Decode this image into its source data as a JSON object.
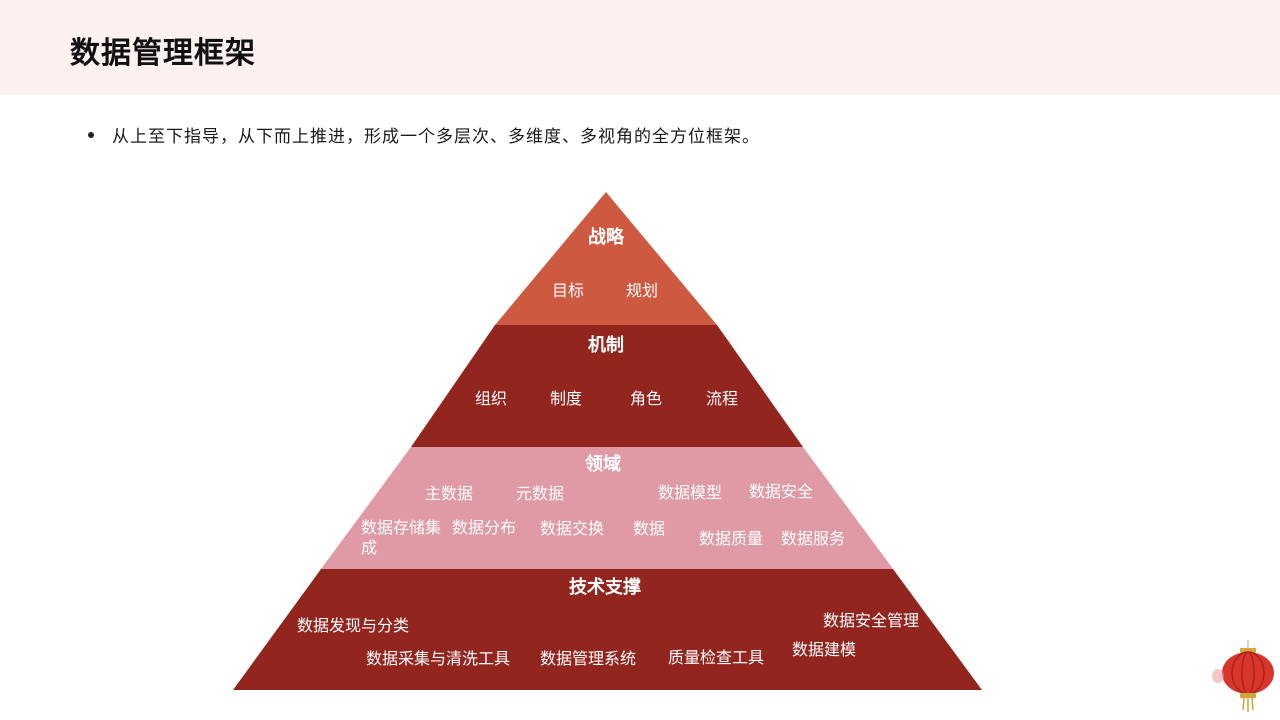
{
  "title": "数据管理框架",
  "bullet": "从上至下指导，从下而上推进，形成一个多层次、多维度、多视角的全方位框架。",
  "colors": {
    "header_band": "#fdf1ef",
    "tier_strategy": "#cd5940",
    "tier_mechanism": "#93251f",
    "tier_domain": "#e09aa5",
    "tier_tech": "#93251f",
    "text_on_tier": "#ffffff"
  },
  "pyramid": {
    "tiers": [
      {
        "key": "strategy",
        "title": "战略",
        "items": [
          "目标",
          "规划"
        ]
      },
      {
        "key": "mechanism",
        "title": "机制",
        "items": [
          "组织",
          "制度",
          "角色",
          "流程"
        ]
      },
      {
        "key": "domain",
        "title": "领域",
        "items": [
          "主数据",
          "元数据",
          "数据模型",
          "数据安全",
          "数据存储集成",
          "数据分布",
          "数据交换",
          "数据",
          "数据质量",
          "数据服务"
        ]
      },
      {
        "key": "tech",
        "title": "技术支撑",
        "items": [
          "数据发现与分类",
          "数据安全管理",
          "数据采集与清洗工具",
          "数据管理系统",
          "质量检查工具",
          "数据建模"
        ]
      }
    ]
  },
  "decor": {
    "lantern_icon": "chinese-lantern-icon"
  }
}
